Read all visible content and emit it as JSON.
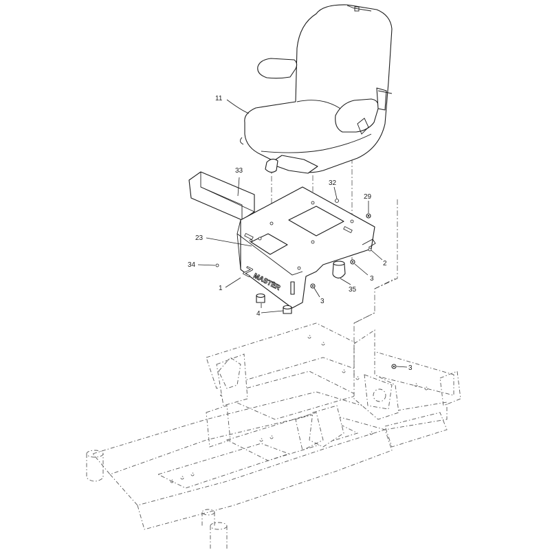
{
  "callouts": [
    {
      "id": "c11",
      "label": "11"
    },
    {
      "id": "c33",
      "label": "33"
    },
    {
      "id": "c32",
      "label": "32"
    },
    {
      "id": "c29",
      "label": "29"
    },
    {
      "id": "c23",
      "label": "23"
    },
    {
      "id": "c2",
      "label": "2"
    },
    {
      "id": "c34",
      "label": "34"
    },
    {
      "id": "c3a",
      "label": "3"
    },
    {
      "id": "c35",
      "label": "35"
    },
    {
      "id": "c1",
      "label": "1"
    },
    {
      "id": "c3b",
      "label": "3"
    },
    {
      "id": "c4",
      "label": "4"
    },
    {
      "id": "c3c",
      "label": "3"
    }
  ],
  "logo": {
    "letter": "Z",
    "word": "MASTER"
  }
}
